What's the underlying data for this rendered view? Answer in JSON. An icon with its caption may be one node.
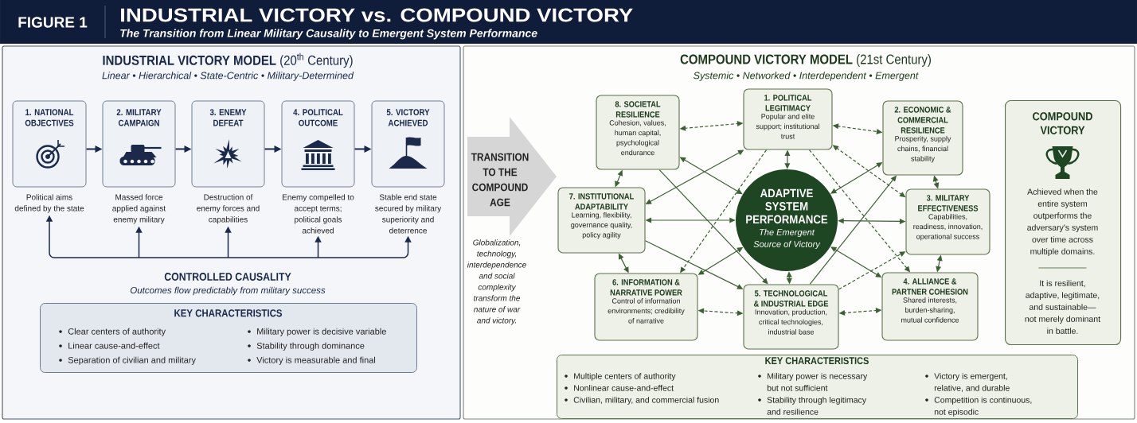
{
  "diagram": {
    "title": "INDUSTRIAL VICTORY vs. COMPOUND VICTORY",
    "nodes": [
      {
        "text": [
          "**INDUSTRIAL VICTORY MODEL** (20$^{th}$ Century)",
          "Linear • Hierarchical • State-Centric • Military-Determined"
        ]
      },
      {
        "text": [
          "1. NATIONAL OBJECTIVES"
        ],
        "beside": [
          "Political aims defined by the state"
        ],
        "in": 0
      },
      {
        "text": [
          "2. MILITARY CAMPAIGN"
        ],
        "beside": [
          "Massed force applied against enemy military"
        ],
        "in": 0
      },
      {
        "text": [
          "3. ENEMY DEFEAT"
        ],
        "beside": [
          "Destruction of enemy forces and capabilities"
        ],
        "in": 0
      },
      {
        "text": [
          "4. POLITICAL OUTCOME"
        ],
        "beside": [
          "Enemy compelled to accept terms; political goals achieved"
        ],
        "in": 0
      },
      {
        "text": [
          "5. VICTORY ACHIEVED"
        ],
        "beside": [
          "Stable end state secured by military superiority and deterrence"
        ],
        "in": 0
      },
      {
        "text": [
          "KEY CHARACTERISTICS",
          "Clear centers of authority",
          "Linear cause-and-effect",
          "Separation of civilian and military",
          "Military power is decisive variable",
          "Stability through dominance",
          "Victory is measurable and final"
        ],
        "in": 0
      },
      {
        "text": [
          "**COMPOUND VICTORY MODEL** (21st Century)",
          "Systemic • Networked • Interdependent • Emergent"
        ]
      },
      {
        "text": [
          "TRANSITION TO THE COMPOUND AGE"
        ],
        "beside": [
          "Globalization, technology, interdependence and social complexity transform the nature of war and victory."
        ],
        "in": 7
      },
      {
        "text": [
          "ADAPTIVE SYSTEM PERFORMANCE",
          "The Emergent Source of Victory"
        ],
        "in": 7
      },
      {
        "text": [
          "1. POLITICAL LEGITIMACY",
          "Popular and elite support; institutional trust"
        ],
        "in": 7
      },
      {
        "text": [
          "2. ECONOMIC & COMMERCIAL RESILIENCE",
          "Prosperity, supply chains, financial stability"
        ],
        "in": 7
      },
      {
        "text": [
          "3. MILITARY EFFECTIVENESS",
          "Capabilities, readiness, innovation, operational success"
        ],
        "in": 7
      },
      {
        "text": [
          "4. ALLIANCE & PARTNER COHESION",
          "Shared interests, burden-sharing, mutual confidence"
        ],
        "in": 7
      },
      {
        "text": [
          "5. TECHNOLOGICAL & INDUSTRIAL EDGE",
          "Innovation, production, critical technologies, industrial base"
        ],
        "in": 7
      },
      {
        "text": [
          "6. INFORMATION & NARRATIVE POWER",
          "Control of information environments; credibility of narrative"
        ],
        "in": 7
      },
      {
        "text": [
          "7. INSTITUTIONAL ADAPTABILITY",
          "Learning, flexibility, governance quality, policy agility"
        ],
        "in": 7
      },
      {
        "text": [
          "8. SOCIETAL RESILIENCE",
          "Cohesion, values, human capital, psychological endurance"
        ],
        "in": 7
      },
      {
        "text": [
          "COMPOUND VICTORY",
          "Achieved when the entire system outperforms the adversary's system over time across multiple domains.",
          "It is resilient, adaptive, legitimate, and sustainable— not merely dominant in battle."
        ],
        "in": 7
      },
      {
        "text": [
          "KEY CHARACTERISTICS",
          "Multiple centers of authority",
          "Nonlinear cause-and-effect",
          "Civilian, military, and commercial fusion",
          "Military power is necessary but not sufficient",
          "Stability through legitimacy and resilience",
          "Victory is emergent, relative, and durable",
          "Competition is continuous, not episodic"
        ],
        "in": 7
      }
    ],
    "edges": [
      {
        "from": 1,
        "to": 2,
        "arrow": "to",
        "color": "#1b2a4a"
      },
      {
        "from": 2,
        "to": 3,
        "arrow": "to",
        "color": "#1b2a4a"
      },
      {
        "from": 3,
        "to": 4,
        "arrow": "to",
        "color": "#1b2a4a"
      },
      {
        "from": 4,
        "to": 5,
        "arrow": "to",
        "color": "#1b2a4a"
      },
      {
        "from": null,
        "to": 1,
        "arrow": "to",
        "color": "#1b2a4a"
      },
      {
        "from": null,
        "to": 2,
        "arrow": "to",
        "color": "#1b2a4a"
      },
      {
        "from": null,
        "to": 3,
        "arrow": "to",
        "color": "#1b2a4a"
      },
      {
        "from": null,
        "to": 4,
        "arrow": "to",
        "color": "#1b2a4a"
      },
      {
        "from": null,
        "to": 5,
        "arrow": "to",
        "color": "#1b2a4a"
      },
      {
        "from": 17,
        "to": 10,
        "arrow": "both",
        "style": "dashed"
      },
      {
        "from": 10,
        "to": 11,
        "arrow": "both",
        "style": "dashed"
      },
      {
        "from": 11,
        "to": 12,
        "arrow": "both"
      },
      {
        "from": 12,
        "to": 13,
        "arrow": "both"
      },
      {
        "from": 13,
        "to": 14,
        "arrow": "both",
        "style": "dashed"
      },
      {
        "from": 14,
        "to": 15,
        "arrow": "both",
        "style": "dashed"
      },
      {
        "from": 15,
        "to": 16,
        "arrow": "both"
      },
      {
        "from": 16,
        "to": 17,
        "arrow": "both"
      },
      {
        "from": 9,
        "to": 10,
        "arrow": "both"
      },
      {
        "from": 9,
        "to": 11,
        "arrow": "both"
      },
      {
        "from": 9,
        "to": 12,
        "arrow": "both"
      },
      {
        "from": 9,
        "to": 13,
        "arrow": "both"
      },
      {
        "from": 9,
        "to": 14,
        "arrow": "both"
      },
      {
        "from": 9,
        "to": 15,
        "arrow": "both"
      },
      {
        "from": 9,
        "to": 16,
        "arrow": "both"
      },
      {
        "from": 9,
        "to": 17,
        "arrow": "both"
      },
      {
        "from": 16,
        "to": 10,
        "arrow": "both"
      },
      {
        "from": 14,
        "to": 11,
        "arrow": "to"
      },
      {
        "from": 17,
        "to": 14,
        "arrow": "to"
      },
      {
        "from": 16,
        "to": 14,
        "arrow": "to"
      },
      {
        "from": 10,
        "to": 15,
        "arrow": "to",
        "style": "dashed"
      },
      {
        "from": 10,
        "to": 12,
        "arrow": "both",
        "style": "dashed"
      },
      {
        "from": 10,
        "to": 13,
        "arrow": "to",
        "style": "dashed"
      },
      {
        "from": 14,
        "to": 12,
        "arrow": "to",
        "style": "dashed"
      }
    ],
    "labels": [
      "FIGURE 1",
      "The Transition from Linear Military Causality to Emergent System Performance",
      "CONTROLLED CAUSALITY",
      "Outcomes flow predictably from military success"
    ]
  }
}
